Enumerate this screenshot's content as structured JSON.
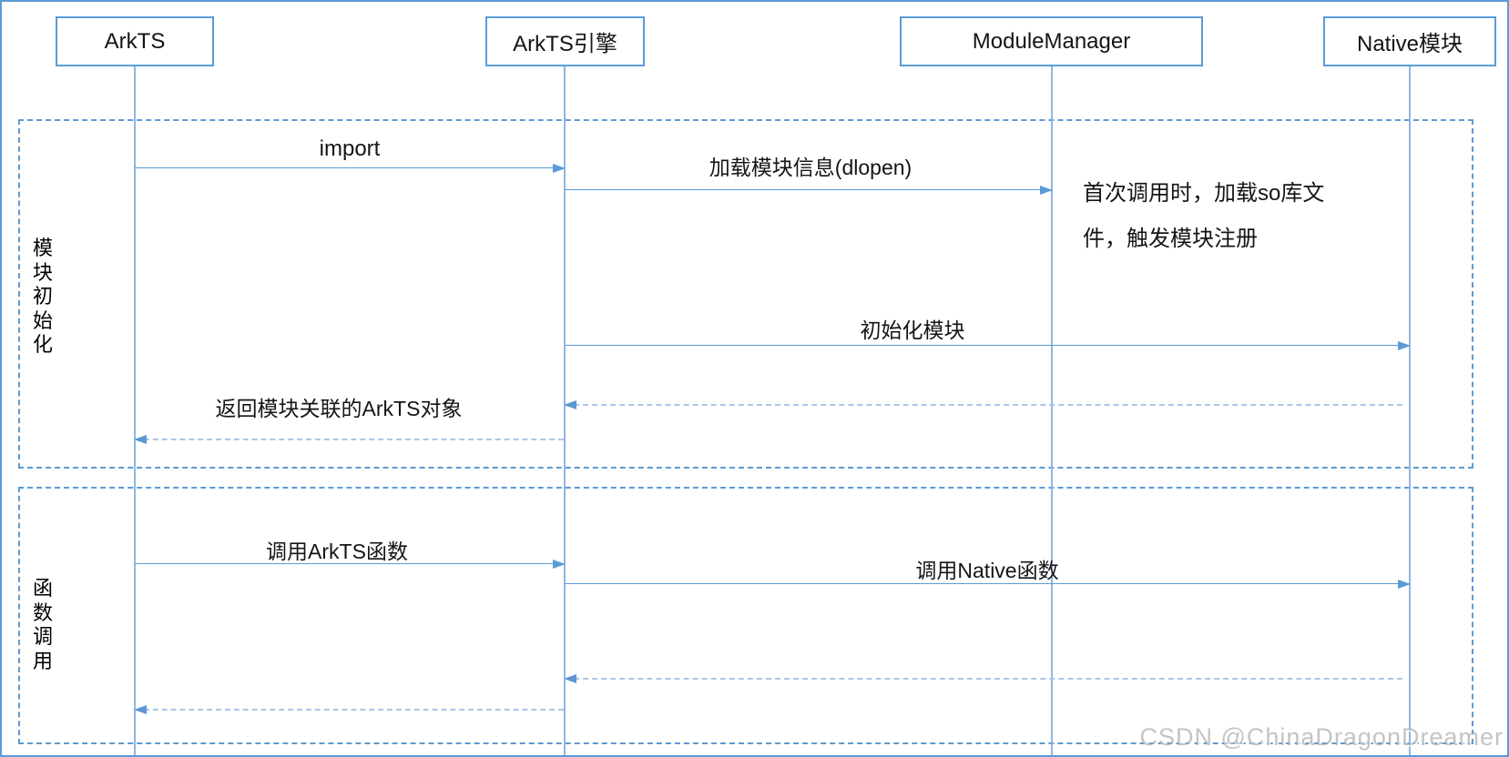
{
  "diagram": {
    "type": "sequence-diagram",
    "topic": "ArkTS / Native module interaction"
  },
  "actors": [
    {
      "label": "ArkTS"
    },
    {
      "label": "ArkTS引擎"
    },
    {
      "label": "ModuleManager"
    },
    {
      "label": "Native模块"
    }
  ],
  "fragments": [
    {
      "label": "模块初始化"
    },
    {
      "label": "函数调用"
    }
  ],
  "messages": [
    {
      "label": "import",
      "from": "ArkTS",
      "to": "ArkTS引擎",
      "style": "solid"
    },
    {
      "label": "加载模块信息(dlopen)",
      "from": "ArkTS引擎",
      "to": "ModuleManager",
      "style": "solid"
    },
    {
      "label": "初始化模块",
      "from": "ArkTS引擎",
      "to": "Native模块",
      "style": "solid"
    },
    {
      "label": "",
      "from": "Native模块",
      "to": "ArkTS引擎",
      "style": "dashed"
    },
    {
      "label": "返回模块关联的ArkTS对象",
      "from": "ArkTS引擎",
      "to": "ArkTS",
      "style": "dashed"
    },
    {
      "label": "调用ArkTS函数",
      "from": "ArkTS",
      "to": "ArkTS引擎",
      "style": "solid"
    },
    {
      "label": "调用Native函数",
      "from": "ArkTS引擎",
      "to": "Native模块",
      "style": "solid"
    },
    {
      "label": "",
      "from": "Native模块",
      "to": "ArkTS引擎",
      "style": "dashed"
    },
    {
      "label": "",
      "from": "ArkTS引擎",
      "to": "ArkTS",
      "style": "dashed"
    }
  ],
  "note": {
    "lines": [
      "首次调用时，加载so库文",
      "件，触发模块注册"
    ]
  },
  "watermark": "CSDN @ChinaDragonDreamer",
  "colors": {
    "solid_line": "#5B9BD5",
    "lifeline": "#8FB6E2",
    "dashed_return": "#A9C7E8",
    "text": "#151515",
    "watermark_gray": "#A5A5A5"
  }
}
